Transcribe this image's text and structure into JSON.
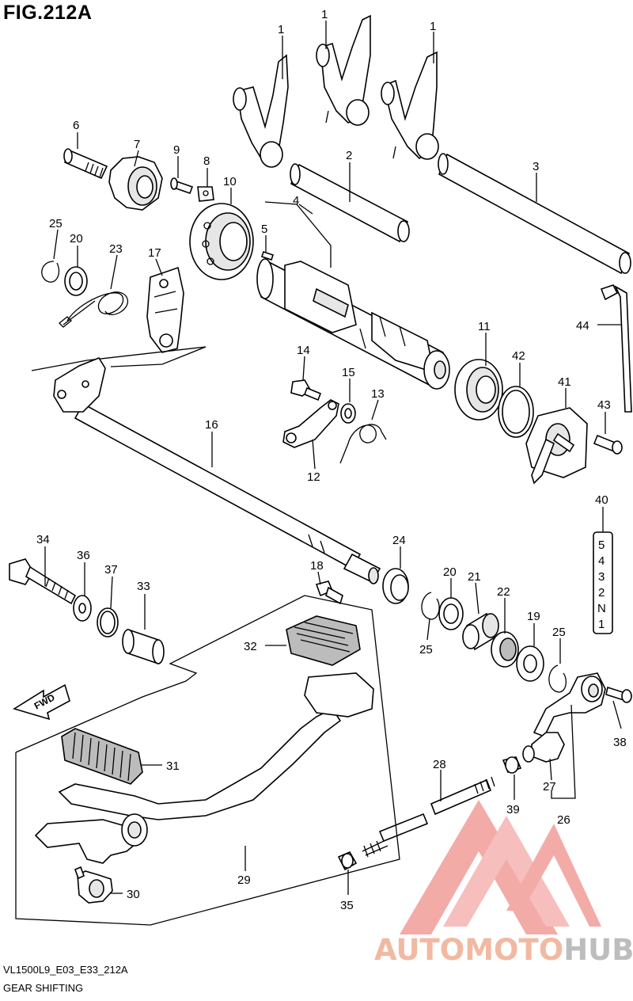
{
  "figure": {
    "title": "FIG.212A",
    "model_code": "VL1500L9_E03_E33_212A",
    "name": "GEAR SHIFTING"
  },
  "direction_arrow": {
    "label": "FWD",
    "icon": "fwd-arrow-icon"
  },
  "gear_indicator": {
    "label": "40",
    "gears": [
      "5",
      "4",
      "3",
      "2",
      "N",
      "1"
    ]
  },
  "watermark": {
    "part_a": "AUTOMOTO",
    "part_b": "HUB",
    "color_a": "#f2b9a2",
    "color_b": "#bdbdbd",
    "logo_color": "#f08f8b"
  },
  "callouts": {
    "c1a": "1",
    "c1b": "1",
    "c1c": "1",
    "c2": "2",
    "c3": "3",
    "c4": "4",
    "c5": "5",
    "c6": "6",
    "c7": "7",
    "c8": "8",
    "c9": "9",
    "c10": "10",
    "c11": "11",
    "c12": "12",
    "c13": "13",
    "c14": "14",
    "c15": "15",
    "c16": "16",
    "c17": "17",
    "c18": "18",
    "c19": "19",
    "c20a": "20",
    "c20b": "20",
    "c21": "21",
    "c22": "22",
    "c23": "23",
    "c24": "24",
    "c25a": "25",
    "c25b": "25",
    "c25c": "25",
    "c26": "26",
    "c27": "27",
    "c28": "28",
    "c29": "29",
    "c30": "30",
    "c31": "31",
    "c32": "32",
    "c33": "33",
    "c34": "34",
    "c35": "35",
    "c36": "36",
    "c37": "37",
    "c38": "38",
    "c39": "39",
    "c41": "41",
    "c42": "42",
    "c43": "43",
    "c44": "44"
  }
}
